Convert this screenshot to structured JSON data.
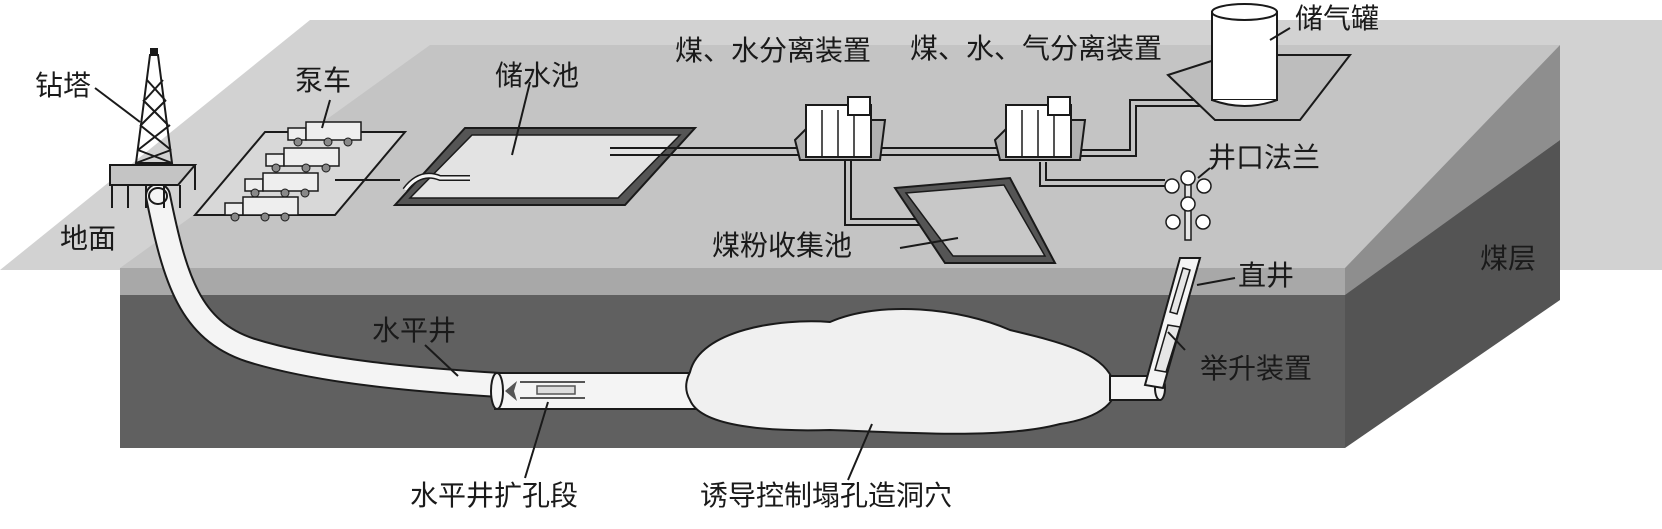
{
  "colors": {
    "surface": "#c4c4c4",
    "surface_front": "#a8a8a8",
    "surface_side": "#8e8e8e",
    "coal_seam": "#7d7d7d",
    "coal_front": "#606060",
    "coal_side": "#545454",
    "background_plane": "#d2d2d2",
    "pipe": "#f4f4f4",
    "cavity": "#f0f0f0"
  },
  "labels": {
    "drilling_rig": "钻塔",
    "ground": "地面",
    "pump_truck": "泵车",
    "water_pool": "储水池",
    "coal_water_separator": "煤、水分离装置",
    "coal_water_gas_separator": "煤、水、气分离装置",
    "gas_tank": "储气罐",
    "wellhead_flange": "井口法兰",
    "coal_powder_pool": "煤粉收集池",
    "coal_seam": "煤层",
    "vertical_well": "直井",
    "horizontal_well": "水平井",
    "lift_device": "举升装置",
    "reaming_section": "水平井扩孔段",
    "cavity": "诱导控制塌孔造洞穴"
  },
  "icons": {
    "rig": "lattice-derrick-icon",
    "truck": "pump-truck-icon",
    "separator": "separator-unit-icon",
    "tank": "gas-cylinder-icon",
    "flange": "wellhead-flange-icon"
  }
}
